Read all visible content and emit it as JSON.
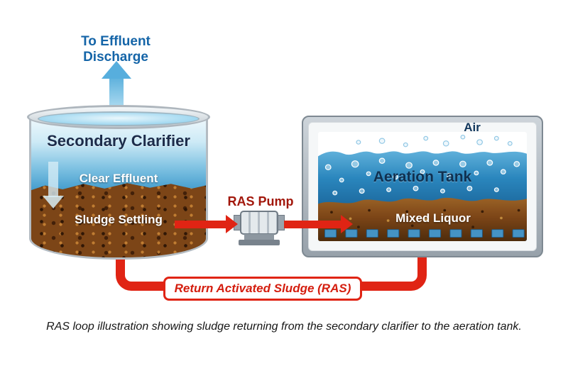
{
  "diagram": {
    "effluent_label": "To Effluent Discharge",
    "clarifier": {
      "title": "Secondary Clarifier",
      "clear_effluent": "Clear Effluent",
      "sludge_settling": "Sludge Settling"
    },
    "pump": {
      "label": "RAS Pump"
    },
    "aeration": {
      "title": "Aeration Tank",
      "air": "Air",
      "mixed_liquor": "Mixed Liquor"
    },
    "ras_loop_label": "Return Activated Sludge (RAS)",
    "caption": "RAS loop illustration showing sludge returning from the secondary clarifier to the aeration tank."
  },
  "colors": {
    "label_blue": "#1565a8",
    "navy_text": "#1c2c4a",
    "flow_red": "#e02414",
    "dark_red_text": "#a2170b",
    "ras_text_red": "#d41d0e",
    "sludge_brown": "#7c4517",
    "clarifier_water_blue": "#2e8fc6",
    "aeration_water_blue": "#0c4578",
    "tank_gray": "#97a1aa"
  }
}
